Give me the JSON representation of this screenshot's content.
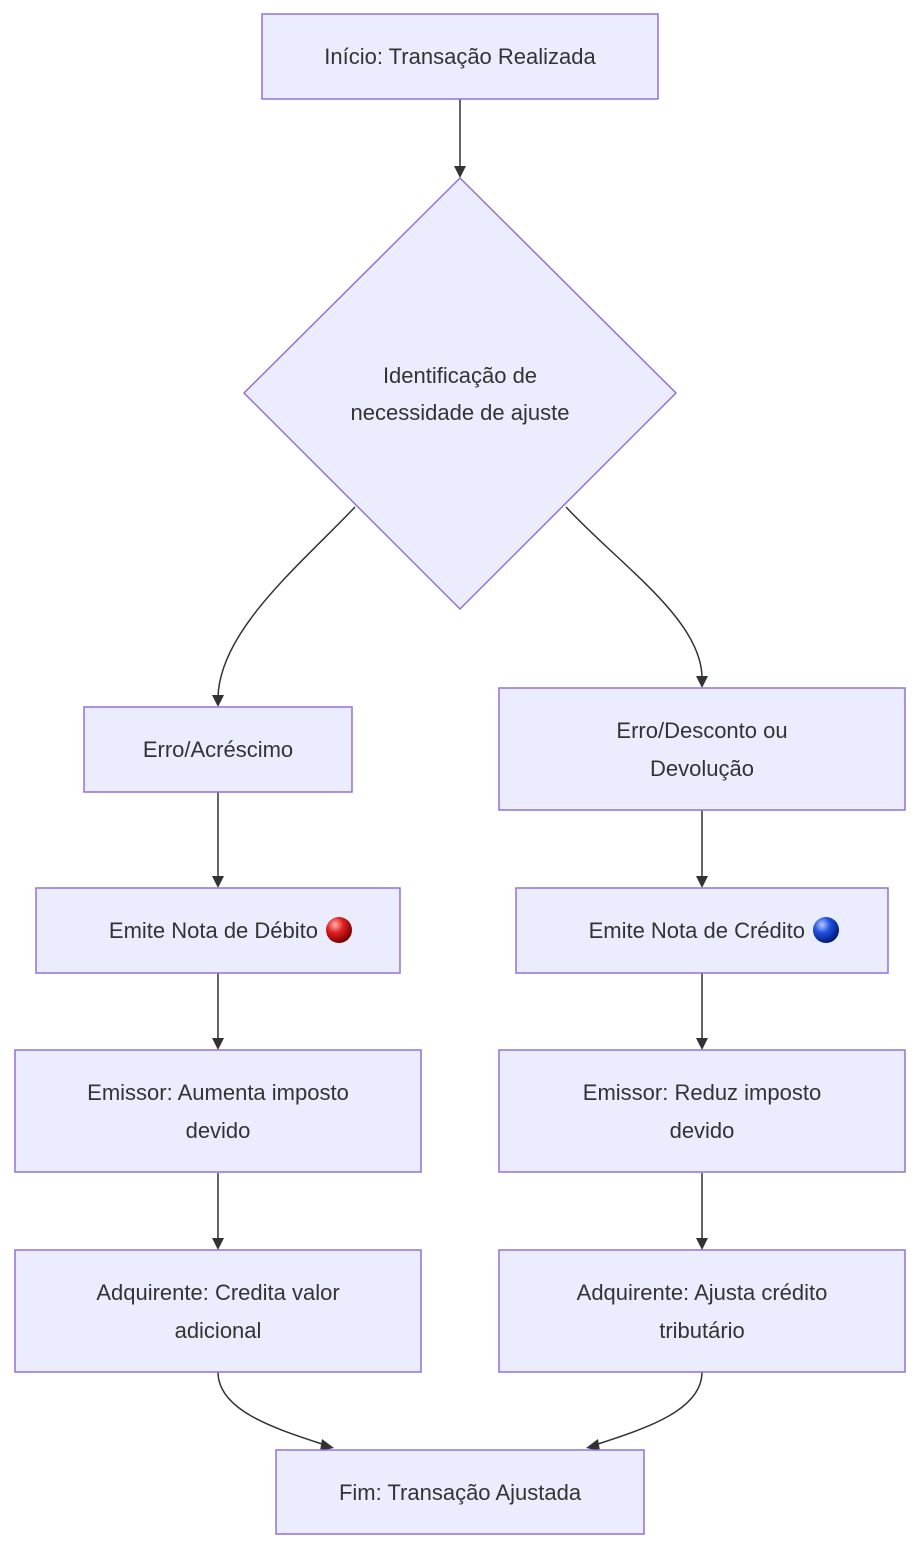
{
  "diagram": {
    "nodes": {
      "start": {
        "lines": [
          "Início: Transação Realizada"
        ]
      },
      "decision": {
        "lines": [
          "Identificação de",
          "necessidade de ajuste"
        ]
      },
      "erro_acrescimo": {
        "lines": [
          "Erro/Acréscimo"
        ]
      },
      "erro_desconto": {
        "lines": [
          "Erro/Desconto ou",
          "Devolução"
        ]
      },
      "nota_debito": {
        "lines": [
          "Emite Nota de Débito"
        ],
        "icon": "red-ball-icon",
        "icon_color": "#E02020"
      },
      "nota_credito": {
        "lines": [
          "Emite Nota de Crédito"
        ],
        "icon": "blue-ball-icon",
        "icon_color": "#2050E0"
      },
      "emissor_aumenta": {
        "lines": [
          "Emissor: Aumenta imposto",
          "devido"
        ]
      },
      "emissor_reduz": {
        "lines": [
          "Emissor: Reduz imposto",
          "devido"
        ]
      },
      "adquirente_credita": {
        "lines": [
          "Adquirente: Credita valor",
          "adicional"
        ]
      },
      "adquirente_ajusta": {
        "lines": [
          "Adquirente: Ajusta crédito",
          "tributário"
        ]
      },
      "end": {
        "lines": [
          "Fim: Transação Ajustada"
        ]
      }
    },
    "colors": {
      "node_fill": "#ECECFF",
      "node_stroke": "#9370DB",
      "text": "#333333",
      "edge": "#333333"
    }
  }
}
